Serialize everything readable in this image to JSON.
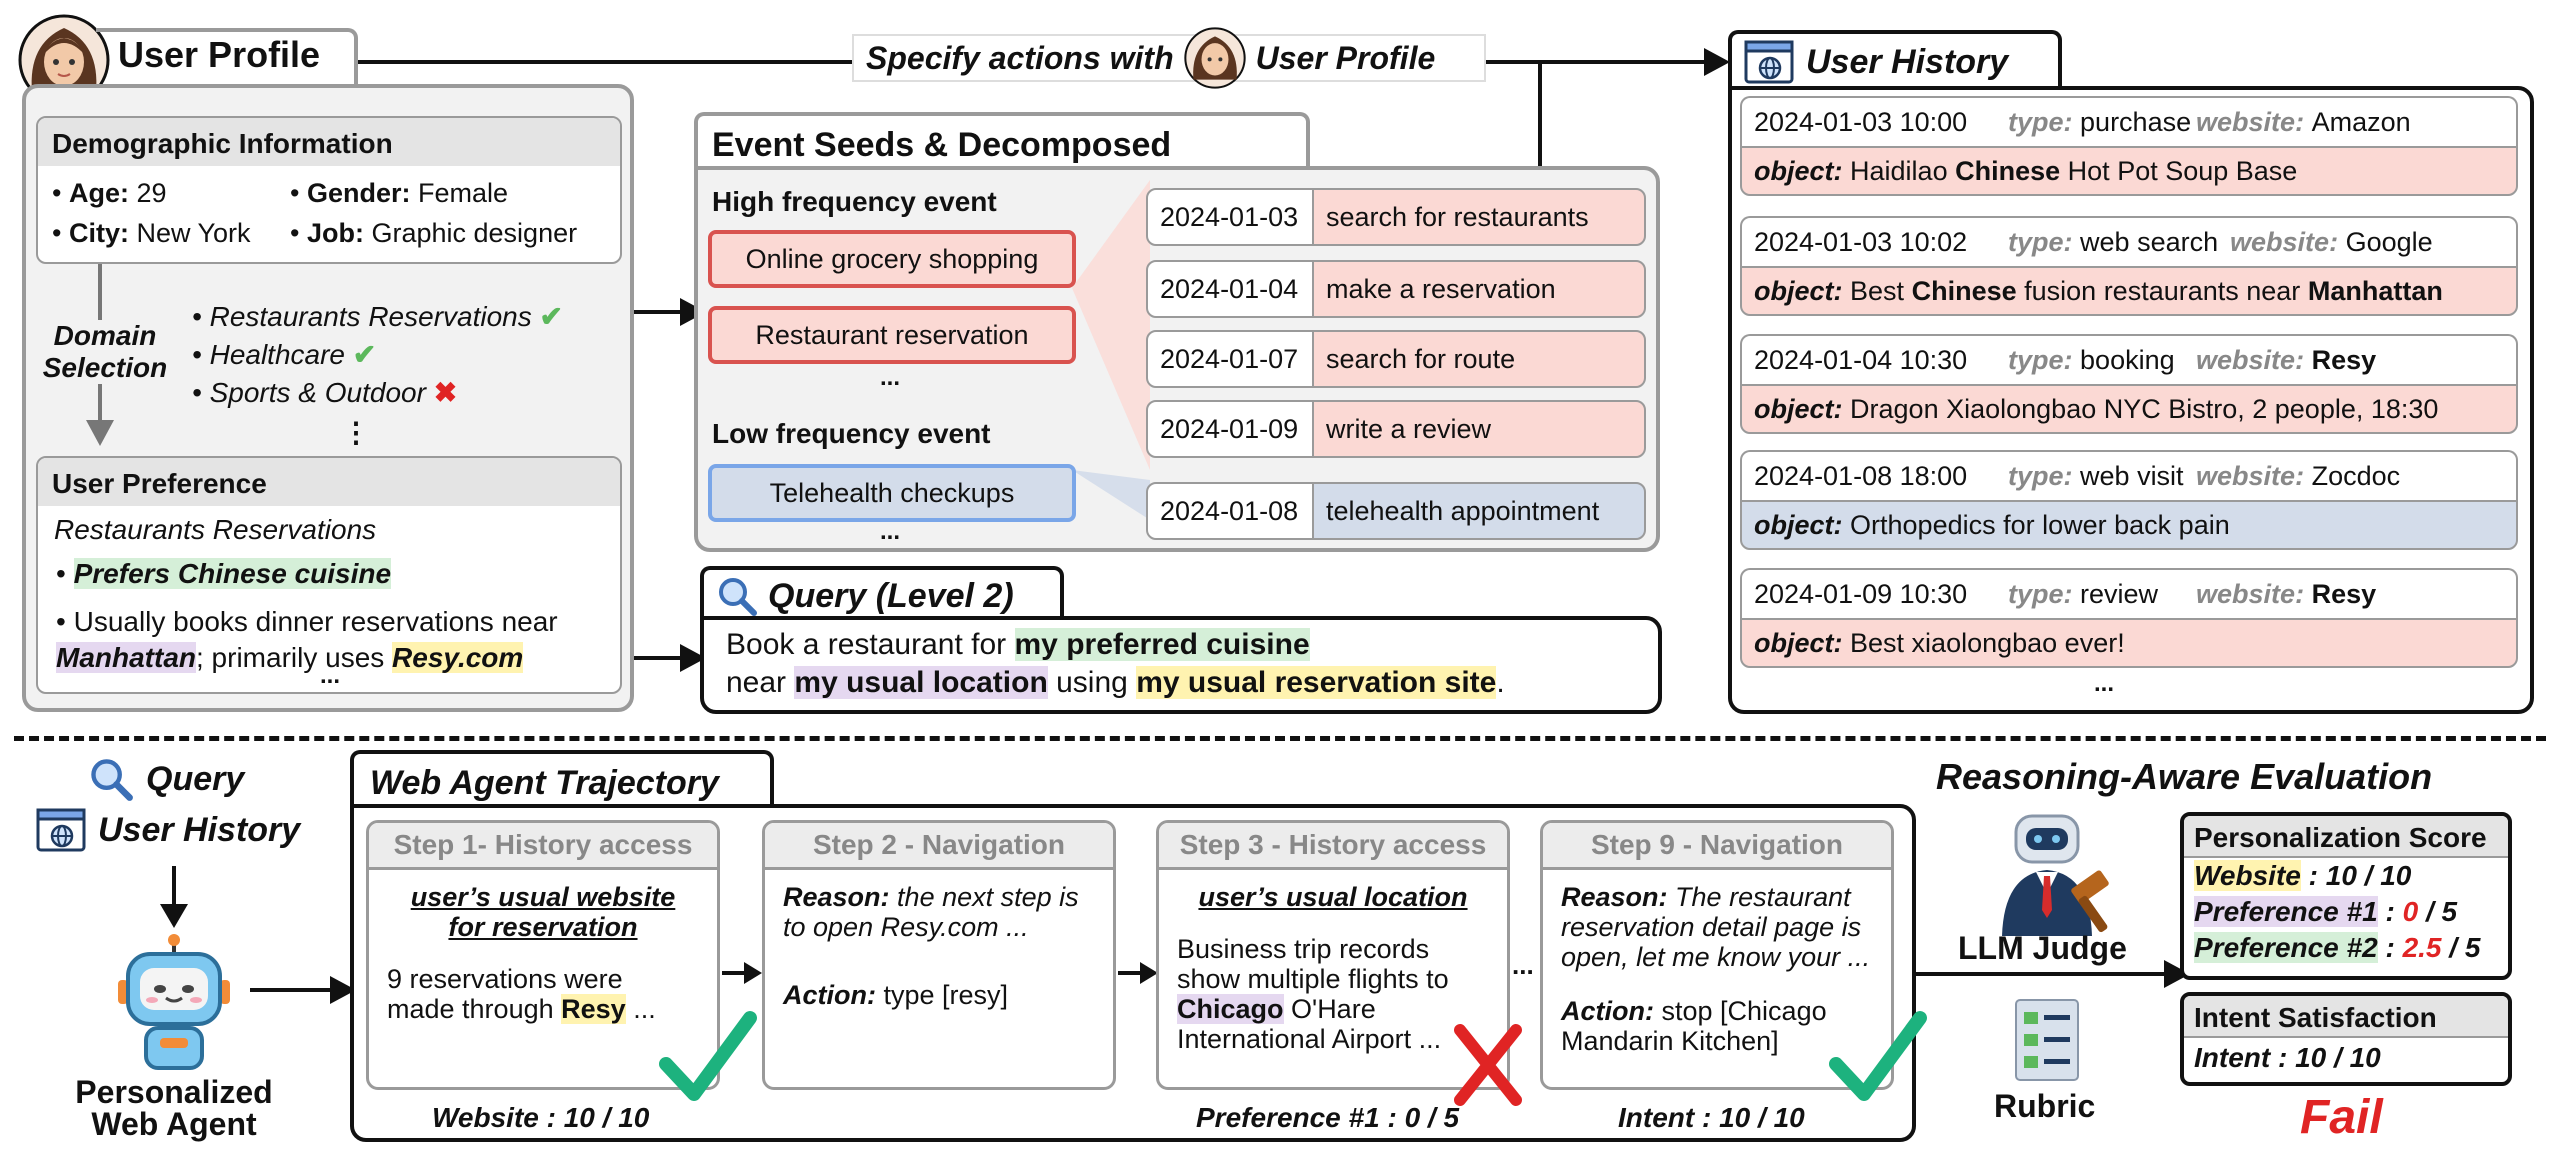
{
  "user_profile": {
    "title": "User Profile",
    "demographic": {
      "header": "Demographic Information",
      "age_label": "Age:",
      "age": "29",
      "gender_label": "Gender:",
      "gender": "Female",
      "city_label": "City:",
      "city": "New York",
      "job_label": "Job:",
      "job": "Graphic designer"
    },
    "domain_selection": {
      "label_line1": "Domain",
      "label_line2": "Selection",
      "items": [
        "Restaurants Reservations",
        "Healthcare",
        "Sports & Outdoor"
      ],
      "more": "⋮"
    },
    "preference": {
      "header": "User Preference",
      "category": "Restaurants Reservations",
      "item1": "Prefers Chinese cuisine",
      "item2_pre": "Usually books dinner reservations near",
      "item2_place": "Manhattan",
      "item2_mid": "; primarily uses",
      "item2_site": "Resy.com",
      "more": "..."
    }
  },
  "specify_label": {
    "pre": "Specify actions with",
    "post": "User Profile"
  },
  "event_seeds": {
    "title": "Event Seeds & Decomposed Actions",
    "high_label": "High frequency event",
    "high_events": [
      "Online grocery shopping",
      "Restaurant reservation"
    ],
    "high_more": "...",
    "low_label": "Low frequency event",
    "low_events": [
      "Telehealth checkups"
    ],
    "low_more": "...",
    "actions": [
      {
        "date": "2024-01-03",
        "action": "search for restaurants"
      },
      {
        "date": "2024-01-04",
        "action": "make a reservation"
      },
      {
        "date": "2024-01-07",
        "action": "search for route"
      },
      {
        "date": "2024-01-09",
        "action": "write a review"
      },
      {
        "date": "2024-01-08",
        "action": "telehealth appointment"
      }
    ]
  },
  "query": {
    "title": "Query (Level 2)",
    "line1_pre": "Book a restaurant for",
    "line1_hl": "my preferred cuisine",
    "line2_pre": "near",
    "line2_hl1": "my usual location",
    "line2_mid": "using",
    "line2_hl2": "my usual reservation site",
    "line2_end": "."
  },
  "user_history": {
    "title": "User History",
    "type_label": "type:",
    "website_label": "website:",
    "object_label": "object:",
    "entries": [
      {
        "time": "2024-01-03 10:00",
        "type": "purchase",
        "website": "Amazon",
        "obj_pre": "Haidilao",
        "obj_bold": "Chinese",
        "obj_post": "Hot Pot Soup Base",
        "obj_bold2": "",
        "obj_post2": ""
      },
      {
        "time": "2024-01-03 10:02",
        "type": "web search",
        "website": "Google",
        "obj_pre": "Best",
        "obj_bold": "Chinese",
        "obj_post": "fusion restaurants near",
        "obj_bold2": "Manhattan",
        "obj_post2": ""
      },
      {
        "time": "2024-01-04 10:30",
        "type": "booking",
        "website": "Resy",
        "obj_pre": "Dragon Xiaolongbao NYC Bistro, 2 people, 18:30",
        "obj_bold": "",
        "obj_post": "",
        "obj_bold2": "",
        "obj_post2": ""
      },
      {
        "time": "2024-01-08 18:00",
        "type": "web visit",
        "website": "Zocdoc",
        "obj_pre": "Orthopedics for lower back pain",
        "obj_bold": "",
        "obj_post": "",
        "obj_bold2": "",
        "obj_post2": ""
      },
      {
        "time": "2024-01-09 10:30",
        "type": "review",
        "website": "Resy",
        "obj_pre": "Best xiaolongbao ever!",
        "obj_bold": "",
        "obj_post": "",
        "obj_bold2": "",
        "obj_post2": ""
      }
    ],
    "more": "..."
  },
  "agent": {
    "query_label": "Query",
    "history_label": "User History",
    "name_line1": "Personalized",
    "name_line2": "Web Agent"
  },
  "trajectory": {
    "title": "Web Agent Trajectory",
    "steps": [
      {
        "head": "Step 1- History access",
        "title_line1": "user’s usual website",
        "title_line2": "for reservation",
        "body_line1": "9 reservations were",
        "body_line2_pre": "made through",
        "body_line2_hl": "Resy",
        "body_line2_post": "..."
      },
      {
        "head": "Step 2 - Navigation",
        "reason_label": "Reason:",
        "reason_line1": "the next step is",
        "reason_line2": "to open Resy.com ...",
        "action_label": "Action:",
        "action": "type [resy]"
      },
      {
        "head": "Step 3 - History access",
        "title_line1": "user’s usual location",
        "body_line1": "Business trip records",
        "body_line2": "show multiple flights to",
        "body_line3_hl": "Chicago",
        "body_line3_post": "O'Hare",
        "body_line4": "International Airport ..."
      },
      {
        "head": "Step 9 - Navigation",
        "reason_label": "Reason:",
        "reason_line1": "The restaurant",
        "reason_line2": "reservation detail page is",
        "reason_line3": "open, let me know your ...",
        "action_label": "Action:",
        "action_line1": "stop [Chicago",
        "action_line2": "Mandarin Kitchen]"
      }
    ],
    "ellipsis": "...",
    "score_website": "Website : 10 / 10",
    "score_pref": "Preference #1 : 0 / 5",
    "score_intent": "Intent : 10 / 10"
  },
  "evaluation": {
    "title": "Reasoning-Aware Evaluation",
    "judge_label": "LLM Judge",
    "rubric_label": "Rubric",
    "personalization": {
      "header": "Personalization Score",
      "website_label": "Website",
      "website_score": ": 10 / 10",
      "pref1_label": "Preference #1",
      "pref1_colon": ":",
      "pref1_score": "0",
      "pref1_total": "/ 5",
      "pref2_label": "Preference #2",
      "pref2_colon": ":",
      "pref2_score": "2.5",
      "pref2_total": "/ 5"
    },
    "intent": {
      "header": "Intent Satisfaction",
      "value": "Intent : 10 / 10"
    },
    "result": "Fail"
  },
  "colors": {
    "check_green": "#1db27e",
    "cross_red": "#e02424",
    "pink_fill": "#fbd9d4",
    "pink_border": "#d9534f",
    "blue_fill": "#d3dcea",
    "blue_border": "#7aa6e8",
    "hl_green": "#d5efd8",
    "hl_purple": "#e5d8f0",
    "hl_yellow": "#fff3b0"
  }
}
